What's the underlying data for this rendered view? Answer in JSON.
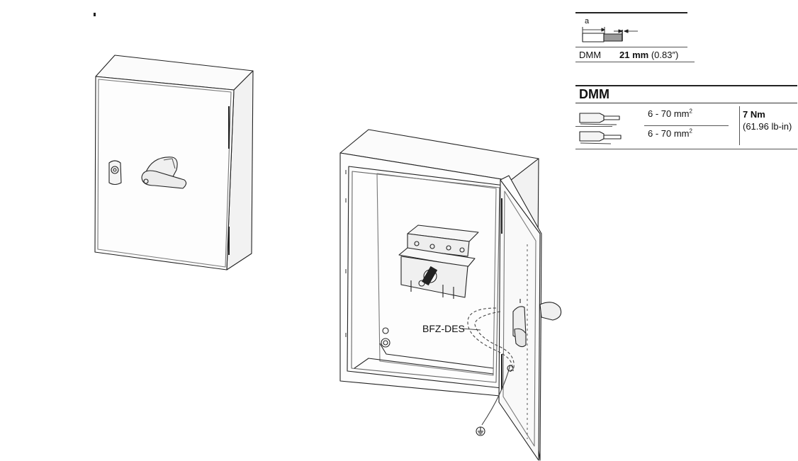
{
  "strip_table": {
    "dim_label": "a",
    "row_label": "DMM",
    "length_value": "21 mm",
    "length_imperial": "(0.83″)"
  },
  "conductor_table": {
    "title": "DMM",
    "rows": [
      {
        "range": "6 - 70 mm",
        "exp": "2"
      },
      {
        "range": "6 - 70 mm",
        "exp": "2"
      }
    ],
    "torque_value": "7 Nm",
    "torque_imperial": "(61.96 lb-in)"
  },
  "callouts": {
    "interlock_label": "BFZ-DES"
  }
}
